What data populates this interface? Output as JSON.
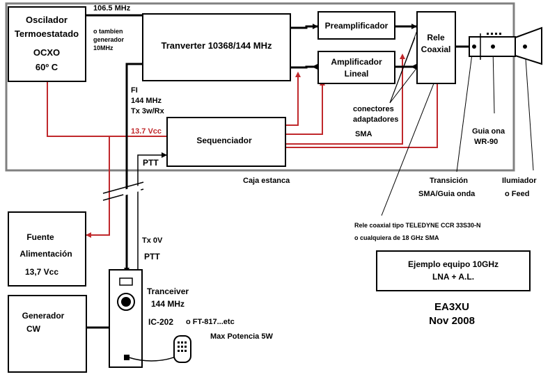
{
  "blocks": {
    "ocxo": {
      "line1": "Oscilador",
      "line2": "Termoestatado",
      "line3": "OCXO",
      "line4": "60º C"
    },
    "transverter": {
      "label": "Tranverter 10368/144 MHz"
    },
    "preamp": {
      "label": "Preamplificador"
    },
    "amplifier": {
      "line1": "Amplificador",
      "line2": "Lineal"
    },
    "relay": {
      "line1": "Rele",
      "line2": "Coaxial"
    },
    "sequencer": {
      "label": "Sequenciador"
    },
    "power_supply": {
      "line1": "Fuente",
      "line2": "Alimentación",
      "line3": "13,7 Vcc"
    },
    "cw_generator": {
      "line1": "Generador",
      "line2": "CW"
    },
    "example_box": {
      "line1": "Ejemplo equipo 10GHz",
      "line2": "LNA + A.L."
    }
  },
  "labels": {
    "freq_106": "106.5 MHz",
    "alt_gen_1": "o tambien",
    "alt_gen_2": "generador",
    "alt_gen_3": "10MHz",
    "fi_1": "FI",
    "fi_2": "144 MHz",
    "fi_3": "Tx 3w/Rx",
    "vcc": "13.7 Vcc",
    "ptt_top": "PTT",
    "caja": "Caja estanca",
    "connectors_1": "conectores",
    "connectors_2": "adaptadores",
    "connectors_3": "SMA",
    "waveguide_1": "Guia ona",
    "waveguide_2": "WR-90",
    "transition_1": "Transición",
    "transition_2": "SMA/Guia onda",
    "feed_1": "Ilumiador",
    "feed_2": "o Feed",
    "relay_note_1": "Rele coaxial tipo TELEDYNE CCR 33S30-N",
    "relay_note_2": "o cualquiera de 18 GHz SMA",
    "tx0v": "Tx 0V",
    "ptt_bottom": "PTT",
    "transceiver_1": "Tranceiver",
    "transceiver_2": "144 MHz",
    "transceiver_3": "IC-202",
    "transceiver_alt": "o FT-817...etc",
    "max_power": "Max Potencia 5W",
    "author": "EA3XU",
    "date": "Nov 2008"
  },
  "colors": {
    "dc_power": "#c0282b",
    "enclosure": "#808080",
    "signal": "#000000"
  }
}
